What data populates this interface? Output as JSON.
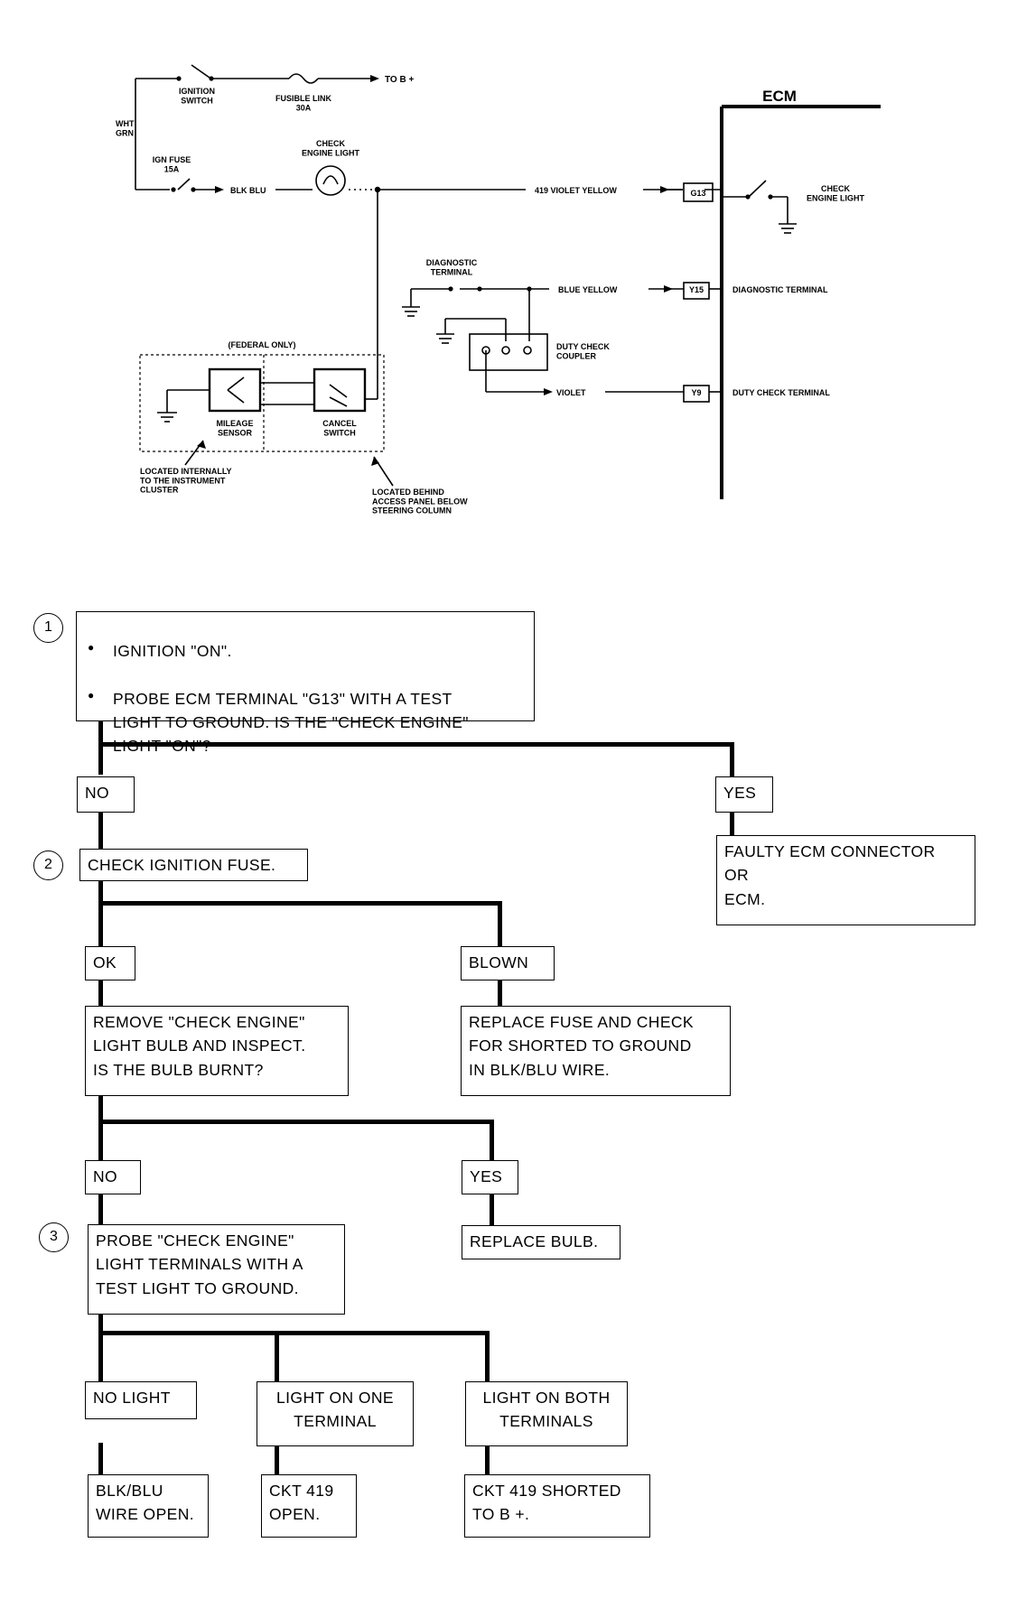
{
  "wiring": {
    "ecm_label": "ECM",
    "ignition_switch": "IGNITION\nSWITCH",
    "fusible_link": "FUSIBLE LINK\n30A",
    "to_b_plus": "TO B +",
    "wire_wht_grn": "WHT\nGRN",
    "ign_fuse": "IGN FUSE\n15A",
    "blk_blu": "BLK BLU",
    "check_engine_light": "CHECK\nENGINE LIGHT",
    "wire_419": "419 VIOLET  YELLOW",
    "pin_g13": "G13",
    "ecm_check_engine_light": "CHECK\nENGINE LIGHT",
    "diagnostic_terminal_label": "DIAGNOSTIC\nTERMINAL",
    "wire_blue_yellow": "BLUE  YELLOW",
    "pin_y15": "Y15",
    "ecm_diagnostic_terminal": "DIAGNOSTIC TERMINAL",
    "federal_only": "(FEDERAL ONLY)",
    "duty_check_coupler": "DUTY CHECK\nCOUPLER",
    "wire_violet": "VIOLET",
    "pin_y9": "Y9",
    "ecm_duty_check_terminal": "DUTY CHECK TERMINAL",
    "mileage_sensor": "MILEAGE\nSENSOR",
    "cancel_switch": "CANCEL\nSWITCH",
    "located_internally": "LOCATED INTERNALLY\nTO THE INSTRUMENT\nCLUSTER",
    "located_behind": "LOCATED BEHIND\nACCESS PANEL BELOW\nSTEERING COLUMN"
  },
  "flow": {
    "step1": "1",
    "step2": "2",
    "step3": "3",
    "q1_item1": "IGNITION \"ON\".",
    "q1_item2": "PROBE ECM TERMINAL \"G13\" WITH A TEST\nLIGHT TO GROUND. IS THE \"CHECK ENGINE\"\nLIGHT \"ON\"?",
    "no1": "NO",
    "yes1": "YES",
    "yes1_result": "FAULTY ECM CONNECTOR\nOR\nECM.",
    "check_fuse": "CHECK IGNITION FUSE.",
    "ok": "OK",
    "blown": "BLOWN",
    "remove_bulb": "REMOVE \"CHECK ENGINE\"\nLIGHT BULB AND INSPECT.\nIS THE BULB BURNT?",
    "replace_fuse": "REPLACE FUSE AND CHECK\nFOR SHORTED TO GROUND\nIN BLK/BLU WIRE.",
    "no2": "NO",
    "yes2": "YES",
    "replace_bulb": "REPLACE BULB.",
    "probe_terminals": "PROBE \"CHECK ENGINE\"\nLIGHT TERMINALS WITH A\nTEST LIGHT TO GROUND.",
    "no_light": "NO LIGHT",
    "light_one": "LIGHT ON ONE\nTERMINAL",
    "light_both": "LIGHT ON BOTH\nTERMINALS",
    "blk_blu_open": "BLK/BLU\nWIRE OPEN.",
    "ckt_open": "CKT 419\nOPEN.",
    "ckt_shorted": "CKT 419 SHORTED\nTO B +."
  }
}
